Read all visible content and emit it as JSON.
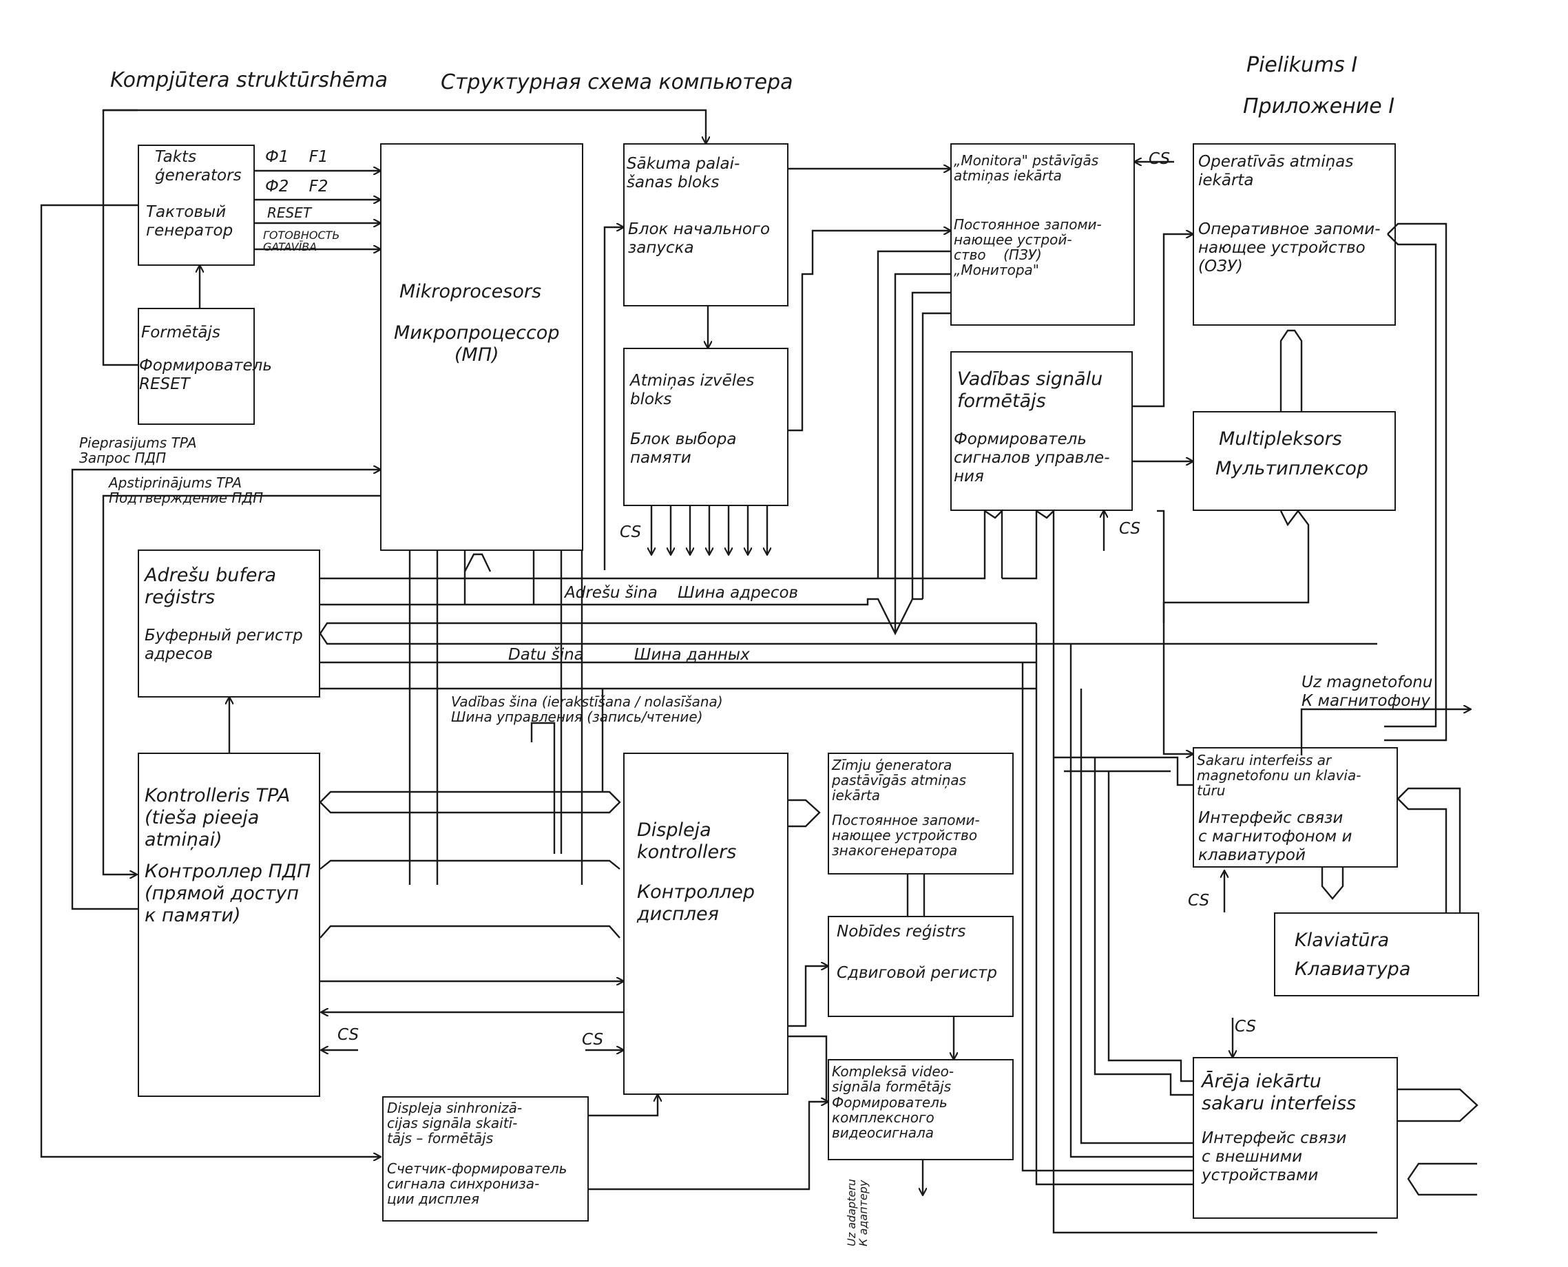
{
  "header": {
    "title_lv": "Kompjūtera struktūrshēma",
    "title_ru": "Структурная схема компьютера",
    "appendix_lv": "Pielikums I",
    "appendix_ru": "Приложение I"
  },
  "blocks": {
    "clock": {
      "lv": "Takts\nģenerators",
      "ru": "Тактовый\nгенератор"
    },
    "reset": {
      "lv": "Formētājs",
      "ru": "Формирователь\nRESET"
    },
    "cpu": {
      "lv": "Mikroprocesors",
      "ru": "Микропроцессор\n(МП)"
    },
    "boot": {
      "lv": "Sākuma palai-\nšanas bloks",
      "ru": "Блок начального\nзапуска"
    },
    "memsel": {
      "lv": "Atmiņas izvēles\nbloks",
      "ru": "Блок выбора\nпамяти"
    },
    "rom": {
      "lv": "„Monitora\" pstāvīgās\natmiņas iekārta",
      "ru": "Постоянное запоми-\nнающее устрой-\nство    (ПЗУ)\n„Монитора\""
    },
    "ram": {
      "lv": "Operatīvās atmiņas\niekārta",
      "ru": "Оперативное запоми-\nнающее устройство\n(ОЗУ)"
    },
    "ctrlsig": {
      "lv": "Vadības signālu\nformētājs",
      "ru": "Формирователь\nсигналов управле-\nния"
    },
    "mux": {
      "lv": "Multipleksors",
      "ru": "Мультиплексор"
    },
    "addrbuf": {
      "lv": "Adrešu bufera\nreģistrs",
      "ru": "Буферный регистр\nадресов"
    },
    "dma": {
      "lv": "Kontrolleris TPA\n(tieša pieeja\natmiņai)",
      "ru": "Контроллер ПДП\n(прямой доступ\nк памяти)"
    },
    "display": {
      "lv": "Displeja\nkontrollers",
      "ru": "Контроллер\nдисплея"
    },
    "chargen": {
      "lv": "Zīmju ģeneratora\npastāvīgās atmiņas\niekārta",
      "ru": "Постоянное запоми-\nнающее устройство\nзнакогенератора"
    },
    "shift": {
      "lv": "Nobīdes reģistrs",
      "ru": "Сдвиговой регистр"
    },
    "video": {
      "lv": "Kompleksā video-\nsignāla formētājs",
      "ru": "Формирователь\nкомплексного\nвидеосигнала"
    },
    "sync": {
      "lv": "Displeja sinhronizā-\ncijas signāla skaitī-\ntājs – formētājs",
      "ru": "Счетчик-формирователь\nсигнала синхрониза-\nции дисплея"
    },
    "tapekbd": {
      "lv": "Sakaru interfeiss ar\nmagnetofonu un klavia-\ntūru",
      "ru": "Интерфейс связи\nс магнитофоном и\nклавиатурой"
    },
    "kbd": {
      "lv": "Klaviatūra",
      "ru": "Клавиатура"
    },
    "ext": {
      "lv": "Ārēja iekārtu\nsakaru interfeiss",
      "ru": "Интерфейс связи\nс внешними\nустройствами"
    }
  },
  "signals": {
    "f1": "Ф1    F1",
    "f2": "Ф2    F2",
    "reset": "RESET",
    "ready": "ГОТОВНОСТЬ\nGATAVĪBA",
    "dma_req": "Pieprasijums TPA\nЗапрос ПДП",
    "dma_ack": "Apstiprinājums TPA\nПодтверждение ПДП",
    "addr_bus": "Adrešu šina    Шина адресов",
    "data_bus": "Datu šina          Шина данных",
    "ctrl_bus": "Vadības šina (ierakstīšana / nolasīšana)\nШина управления (запись/чтение)",
    "to_tape": "Uz magnetofonu\nК магнитофону",
    "to_adapter": "Uz adapteru\nК адаптеру",
    "cs": "CS"
  }
}
